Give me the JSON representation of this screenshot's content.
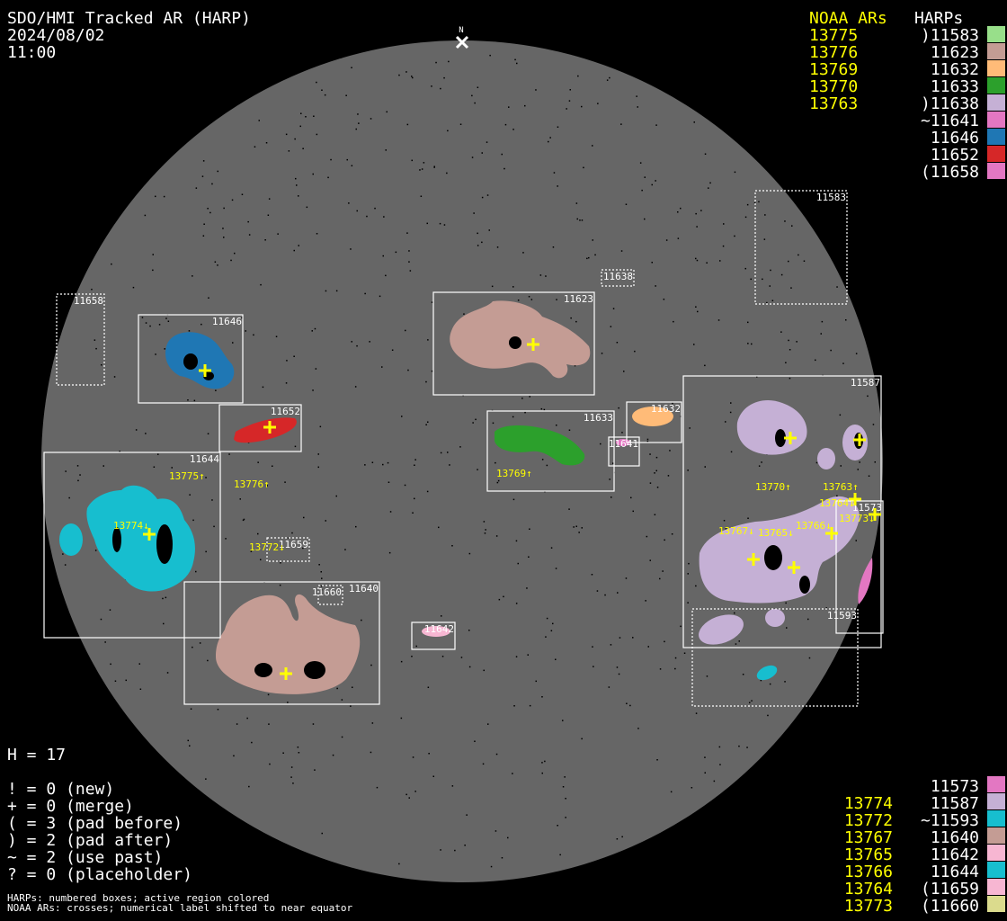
{
  "header": {
    "title": "SDO/HMI Tracked AR (HARP)",
    "date": "2024/08/02",
    "time": "11:00",
    "north": "N"
  },
  "legend_top": {
    "noaa_header": "NOAA ARs",
    "harps_header": "HARPs",
    "noaa": [
      "13775",
      "13776",
      "13769",
      "13770",
      "13763"
    ],
    "harps": [
      {
        "label": ")11583",
        "color": "#98df8a"
      },
      {
        "label": "11623",
        "color": "#c49c94"
      },
      {
        "label": "11632",
        "color": "#ffbb78"
      },
      {
        "label": "11633",
        "color": "#2ca02c"
      },
      {
        "label": ")11638",
        "color": "#c5b0d5"
      },
      {
        "label": "~11641",
        "color": "#e377c2"
      },
      {
        "label": "11646",
        "color": "#1f77b4"
      },
      {
        "label": "11652",
        "color": "#d62728"
      },
      {
        "label": "(11658",
        "color": "#e377c2"
      }
    ]
  },
  "legend_bottom": {
    "noaa": [
      "",
      "13774",
      "13772",
      "13767",
      "13765",
      "13766",
      "13764",
      "13773"
    ],
    "harps": [
      {
        "label": "11573",
        "color": "#e377c2"
      },
      {
        "label": "11587",
        "color": "#c5b0d5"
      },
      {
        "label": "~11593",
        "color": "#17becf"
      },
      {
        "label": "11640",
        "color": "#c49c94"
      },
      {
        "label": "11642",
        "color": "#f7b6d2"
      },
      {
        "label": "11644",
        "color": "#17becf"
      },
      {
        "label": "(11659",
        "color": "#f7b6d2"
      },
      {
        "label": "(11660",
        "color": "#dbdb8d"
      }
    ]
  },
  "counts": {
    "h": "H = 17",
    "lines": [
      "! = 0 (new)",
      "+ = 0 (merge)",
      "( = 3 (pad before)",
      ") = 2 (pad after)",
      "~ = 2 (use past)",
      "? = 0 (placeholder)"
    ]
  },
  "footnotes": [
    "HARPs: numbered boxes; active region colored",
    "NOAA ARs: crosses; numerical label shifted to near equator"
  ],
  "disk": {
    "harp_labels": {
      "h11583": "11583",
      "h11638": "11638",
      "h11623": "11623",
      "h11658": "11658",
      "h11646": "11646",
      "h11652": "11652",
      "h11632": "11632",
      "h11633": "11633",
      "h11641": "11641",
      "h11587": "11587",
      "h11573": "11573",
      "h11644": "11644",
      "h11659": "11659",
      "h11640": "11640",
      "h11660": "11660",
      "h11642": "11642",
      "h11593": "11593"
    },
    "noaa_labels": {
      "n13775": "13775↑",
      "n13776": "13776↑",
      "n13769": "13769↑",
      "n13770": "13770↑",
      "n13763": "13763↑",
      "n13764": "13764↓",
      "n13773": "13773↓",
      "n13774": "13774↓",
      "n13772": "13772↓",
      "n13767": "13767↓",
      "n13765": "13765↓",
      "n13766": "13766↓"
    }
  }
}
